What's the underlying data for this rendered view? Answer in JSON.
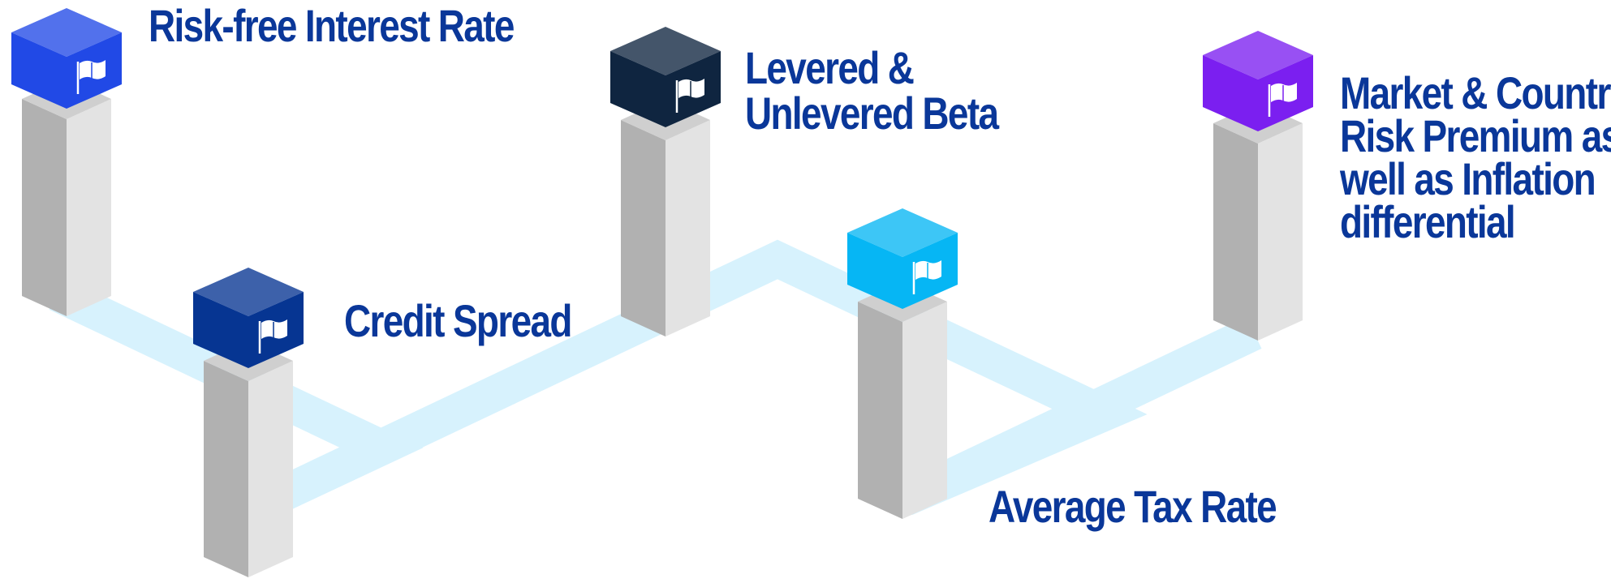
{
  "milestones": [
    {
      "label": "Risk-free Interest Rate",
      "lines": [
        "Risk-free Interest Rate"
      ],
      "color": "#2149e6",
      "icon": "flag-icon"
    },
    {
      "label": "Credit Spread",
      "lines": [
        "Credit Spread"
      ],
      "color": "#063592",
      "icon": "flag-icon"
    },
    {
      "label": "Levered & Unlevered Beta",
      "lines": [
        "Levered &",
        "Unlevered Beta"
      ],
      "color": "#0f2540",
      "icon": "flag-icon"
    },
    {
      "label": "Average Tax Rate",
      "lines": [
        "Average Tax Rate"
      ],
      "color": "#06b6f4",
      "icon": "flag-icon"
    },
    {
      "label": "Market & Country Risk Premium as well as Inflation differential",
      "lines": [
        "Market & Country",
        "Risk Premium as",
        "well as Inflation",
        "differential"
      ],
      "color": "#7b1ff0",
      "icon": "flag-icon"
    }
  ],
  "colors": {
    "label": "#0a3799",
    "path": "#d7f2fd",
    "pillar_left": "#b1b1b1",
    "pillar_right": "#e3e3e3",
    "pillar_top": "#cfcfcf"
  }
}
